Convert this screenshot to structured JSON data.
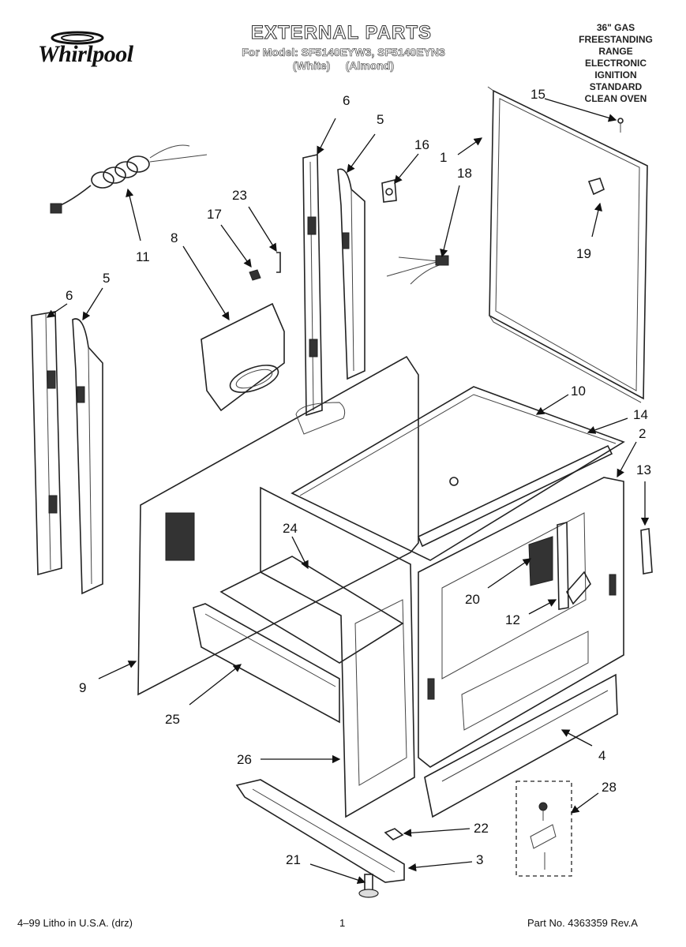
{
  "header": {
    "brand": "Whirlpool",
    "title": "EXTERNAL PARTS",
    "model_line": "For Model: SF5140EYW3, SF5140EYN3",
    "color_line": "(White)     (Almond)"
  },
  "spec_lines": [
    "36\" GAS",
    "FREESTANDING",
    "RANGE",
    "ELECTRONIC",
    "IGNITION",
    "STANDARD",
    "CLEAN OVEN"
  ],
  "callouts": {
    "c1": "1",
    "c2": "2",
    "c3": "3",
    "c4": "4",
    "c5a": "5",
    "c5b": "5",
    "c6a": "6",
    "c6b": "6",
    "c8": "8",
    "c9": "9",
    "c10": "10",
    "c11": "11",
    "c12": "12",
    "c13": "13",
    "c14": "14",
    "c15": "15",
    "c16": "16",
    "c17": "17",
    "c18": "18",
    "c19": "19",
    "c20": "20",
    "c21": "21",
    "c22": "22",
    "c23": "23",
    "c24": "24",
    "c25": "25",
    "c26": "26",
    "c28": "28"
  },
  "footer": {
    "litho": "4–99 Litho in U.S.A. (drz)",
    "page": "1",
    "part_no": "Part No. 4363359 Rev.A"
  }
}
